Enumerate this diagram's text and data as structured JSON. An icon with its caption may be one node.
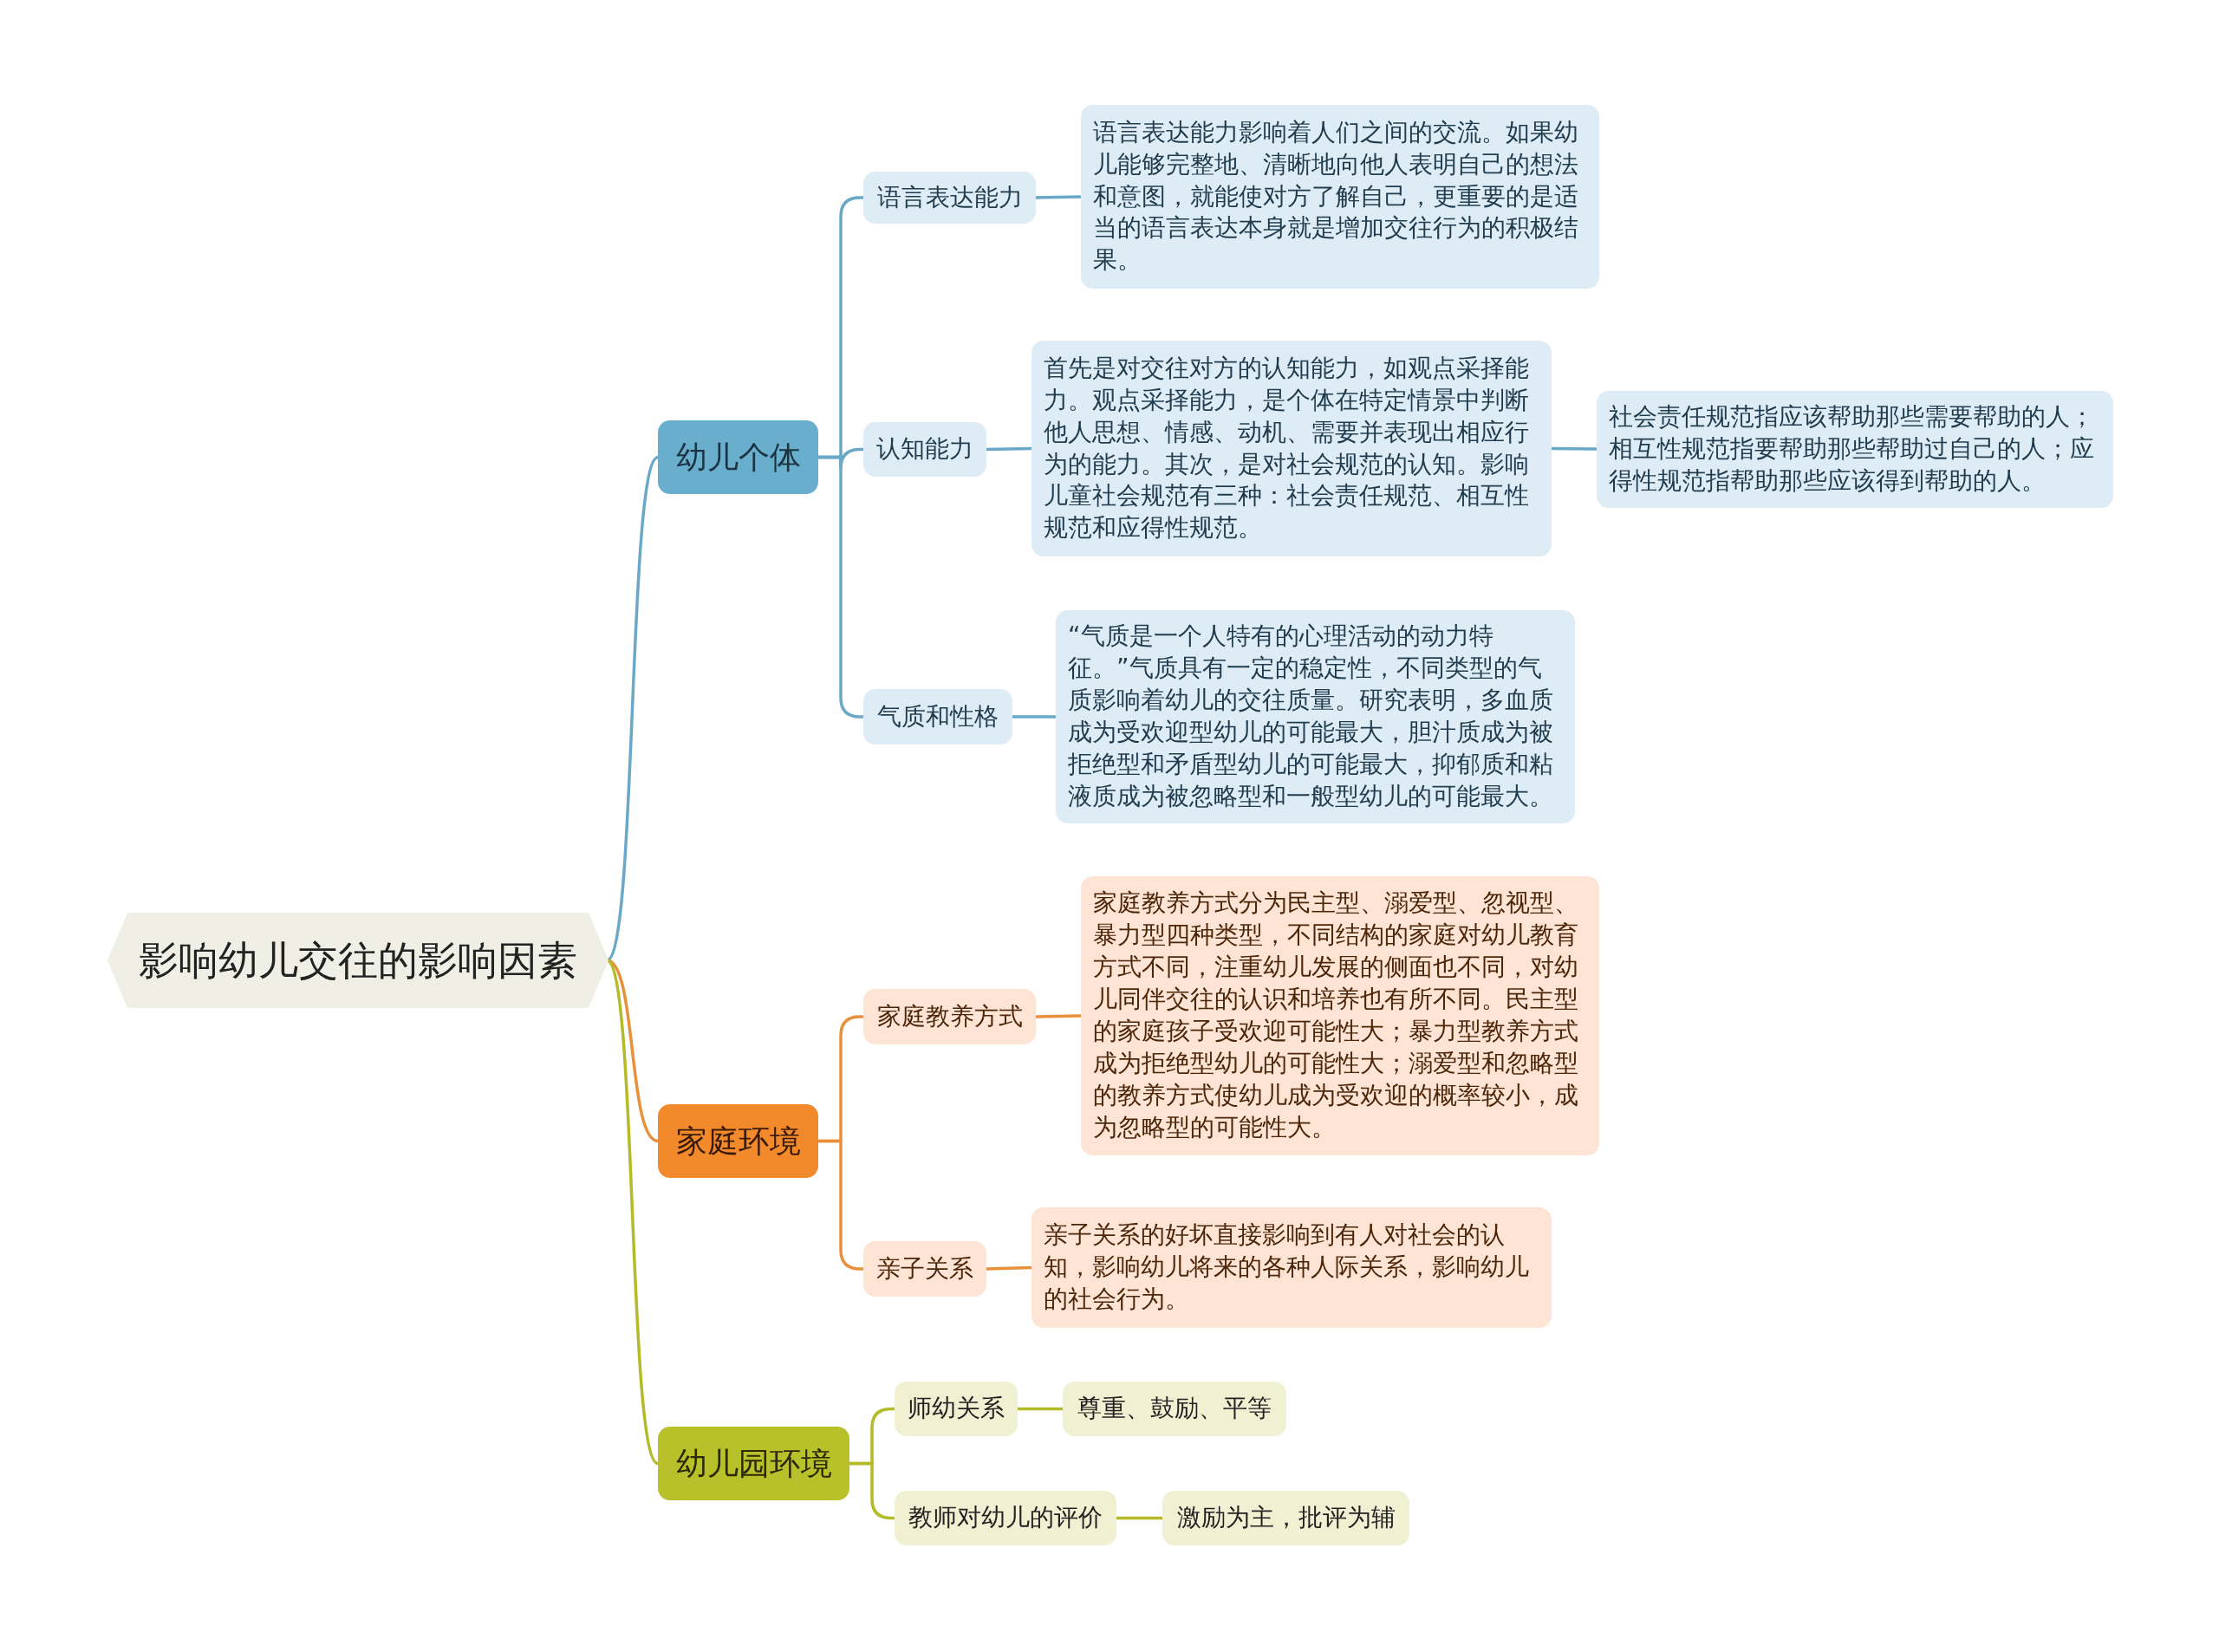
{
  "diagram": {
    "nodes": [
      {
        "text": [
          "影响幼儿交往的影响因素"
        ]
      },
      {
        "text": [
          "幼儿个体"
        ]
      },
      {
        "text": [
          "语言表达能力"
        ]
      },
      {
        "text": [
          "语言表达能力影响着人们之间的交流。如果幼儿能够完整地、清晰地向他人表明自己的想法和意图，就能使对方了解自己，更重要的是适当的语言表达本身就是增加交往行为的积极结果。"
        ]
      },
      {
        "text": [
          "认知能力"
        ]
      },
      {
        "text": [
          "首先是对交往对方的认知能力，如观点采择能力。观点采择能力，是个体在特定情景中判断他人思想、情感、动机、需要并表现出相应行为的能力。其次，是对社会规范的认知。影响儿童社会规范有三种：社会责任规范、相互性规范和应得性规范。"
        ]
      },
      {
        "text": [
          "社会责任规范指应该帮助那些需要帮助的人；相互性规范指要帮助那些帮助过自己的人；应得性规范指帮助那些应该得到帮助的人。"
        ]
      },
      {
        "text": [
          "气质和性格"
        ]
      },
      {
        "text": [
          "“气质是一个人特有的心理活动的动力特征。”气质具有一定的稳定性，不同类型的气质影响着幼儿的交往质量。研究表明，多血质成为受欢迎型幼儿的可能最大，胆汁质成为被拒绝型和矛盾型幼儿的可能最大，抑郁质和粘液质成为被忽略型和一般型幼儿的可能最大。"
        ]
      },
      {
        "text": [
          "家庭环境"
        ]
      },
      {
        "text": [
          "家庭教养方式"
        ]
      },
      {
        "text": [
          "家庭教养方式分为民主型、溺爱型、忽视型、暴力型四种类型，不同结构的家庭对幼儿教育方式不同，注重幼儿发展的侧面也不同，对幼儿同伴交往的认识和培养也有所不同。民主型的家庭孩子受欢迎可能性大；暴力型教养方式成为拒绝型幼儿的可能性大；溺爱型和忽略型的教养方式使幼儿成为受欢迎的概率较小，成为忽略型的可能性大。"
        ]
      },
      {
        "text": [
          "亲子关系"
        ]
      },
      {
        "text": [
          "亲子关系的好坏直接影响到有人对社会的认知，影响幼儿将来的各种人际关系，影响幼儿的社会行为。"
        ]
      },
      {
        "text": [
          "幼儿园环境"
        ]
      },
      {
        "text": [
          "师幼关系"
        ]
      },
      {
        "text": [
          "尊重、鼓励、平等"
        ]
      },
      {
        "text": [
          "教师对幼儿的评价"
        ]
      },
      {
        "text": [
          "激励为主，批评为辅"
        ]
      }
    ],
    "edges": [
      {
        "from": 0,
        "to": 1,
        "arrow": "none"
      },
      {
        "from": 0,
        "to": 9,
        "arrow": "none",
        "color": "#e8913a"
      },
      {
        "from": 0,
        "to": 14,
        "arrow": "none",
        "color": "#b4bb26"
      },
      {
        "from": 1,
        "to": 2,
        "arrow": "none"
      },
      {
        "from": 1,
        "to": 4,
        "arrow": "none"
      },
      {
        "from": 1,
        "to": 7,
        "arrow": "none"
      },
      {
        "from": 2,
        "to": 3,
        "arrow": "none"
      },
      {
        "from": 4,
        "to": 5,
        "arrow": "none"
      },
      {
        "from": 5,
        "to": 6,
        "arrow": "none"
      },
      {
        "from": 7,
        "to": 8,
        "arrow": "none"
      },
      {
        "from": 9,
        "to": 10,
        "arrow": "none",
        "color": "#e8913a"
      },
      {
        "from": 9,
        "to": 12,
        "arrow": "none",
        "color": "#e8913a"
      },
      {
        "from": 10,
        "to": 11,
        "arrow": "none",
        "color": "#e8913a"
      },
      {
        "from": 12,
        "to": 13,
        "arrow": "none",
        "color": "#e8913a"
      },
      {
        "from": 14,
        "to": 15,
        "arrow": "none",
        "color": "#b4bb26"
      },
      {
        "from": 14,
        "to": 17,
        "arrow": "none",
        "color": "#b4bb26"
      },
      {
        "from": 15,
        "to": 16,
        "arrow": "none",
        "color": "#b4bb26"
      },
      {
        "from": 17,
        "to": 18,
        "arrow": "none",
        "color": "#b4bb26"
      }
    ]
  }
}
